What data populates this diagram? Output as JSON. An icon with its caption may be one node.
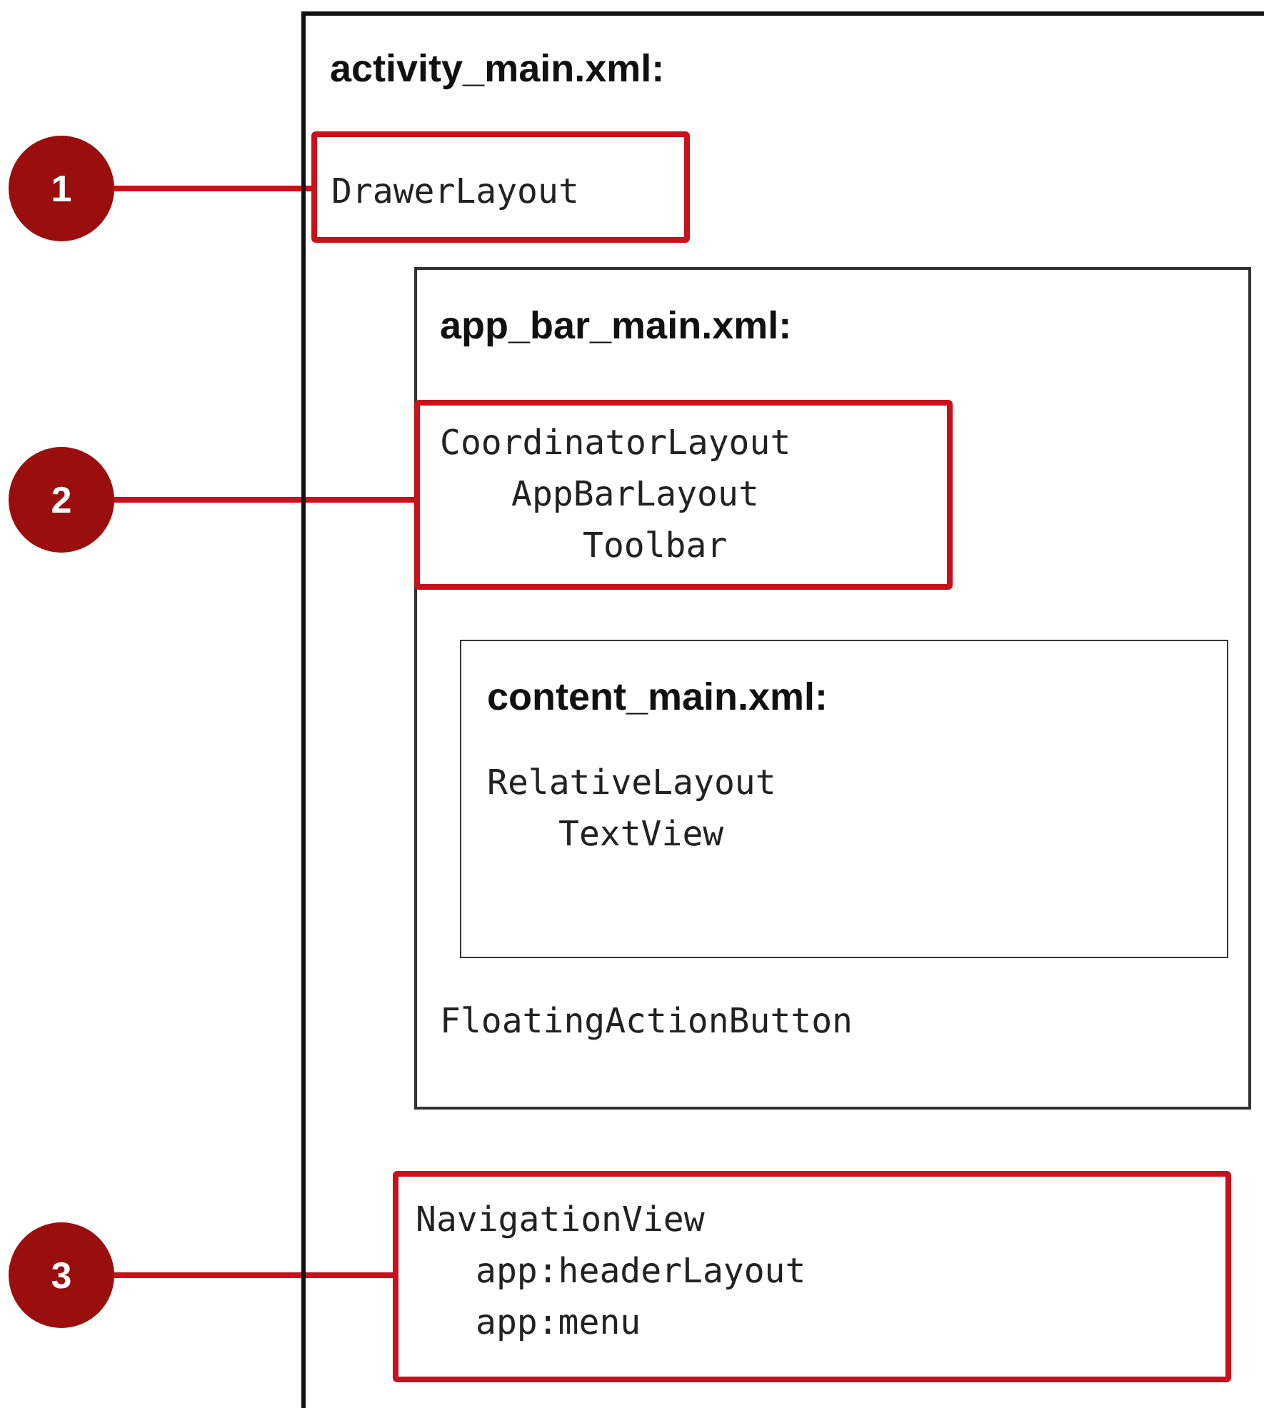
{
  "diagram": {
    "nodes": [
      {
        "text": [
          "activity_main.xml:"
        ]
      },
      {
        "text": [
          "1"
        ]
      },
      {
        "text": [
          "DrawerLayout"
        ],
        "in": 0
      },
      {
        "text": [
          "app_bar_main.xml:",
          "FloatingActionButton"
        ],
        "in": 0
      },
      {
        "text": [
          "2"
        ]
      },
      {
        "text": [
          "CoordinatorLayout",
          "AppBarLayout",
          "Toolbar"
        ],
        "in": 3
      },
      {
        "text": [
          "content_main.xml:",
          "RelativeLayout",
          "TextView"
        ],
        "in": 3
      },
      {
        "text": [
          "3"
        ]
      },
      {
        "text": [
          "NavigationView",
          "app:headerLayout",
          "app:menu"
        ],
        "in": 0
      }
    ],
    "edges": [
      {
        "from": 1,
        "to": 2,
        "arrow": "none"
      },
      {
        "from": 4,
        "to": 5,
        "arrow": "none"
      },
      {
        "from": 7,
        "to": 8,
        "arrow": "none"
      }
    ]
  }
}
